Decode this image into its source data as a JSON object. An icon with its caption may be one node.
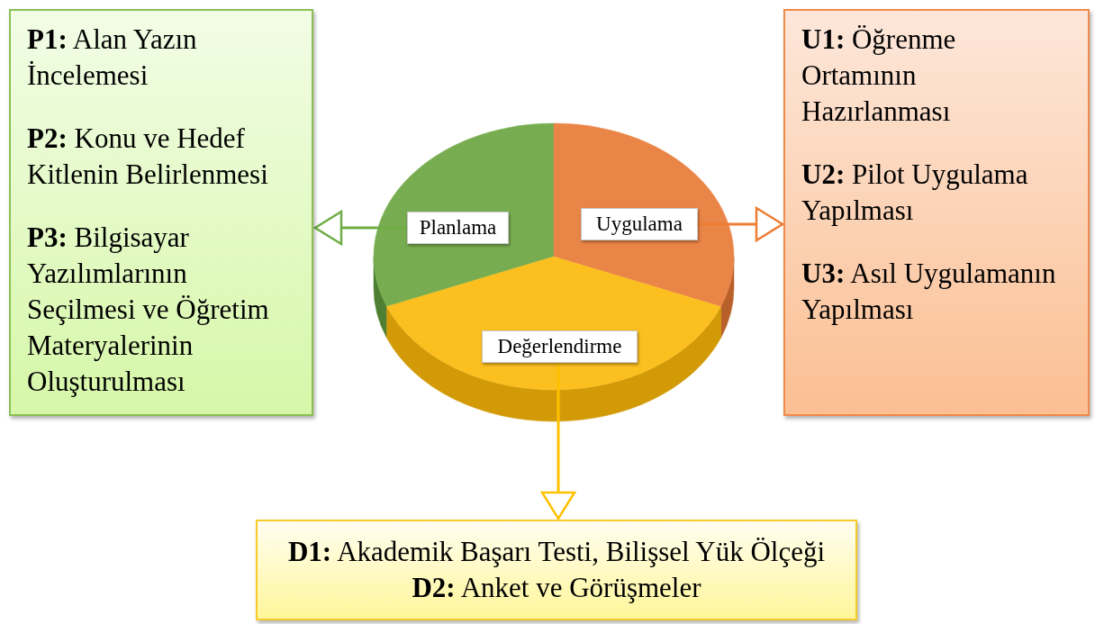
{
  "diagram": {
    "nodes": [
      {
        "text": [
          "**P1:** Alan Yazın İncelemesi",
          "**P2:** Konu ve Hedef Kitlenin Belirlenmesi",
          "**P3:** Bilgisayar Yazılımlarının Seçilmesi ve Öğretim Materyalerinin Oluşturulması"
        ]
      },
      {
        "text": [
          "Planlama"
        ]
      },
      {
        "text": [
          "Uygulama"
        ]
      },
      {
        "text": [
          "**U1:** Öğrenme Ortamının Hazırlanması",
          "**U2:** Pilot Uygulama Yapılması",
          "**U3:** Asıl Uygulamanın Yapılması"
        ]
      },
      {
        "text": [
          "Değerlendirme"
        ]
      },
      {
        "text": [
          "**D1:** Akademik Başarı Testi, Bilişsel Yük Ölçeği",
          "**D2:** Anket ve Görüşmeler"
        ]
      }
    ],
    "edges": [
      {
        "from": 1,
        "to": 0,
        "arrow": "to",
        "color": "#70ad47"
      },
      {
        "from": 2,
        "to": 3,
        "arrow": "to",
        "color": "#ed7d31"
      },
      {
        "from": 4,
        "to": 5,
        "arrow": "to",
        "color": "#ffc000"
      }
    ]
  }
}
